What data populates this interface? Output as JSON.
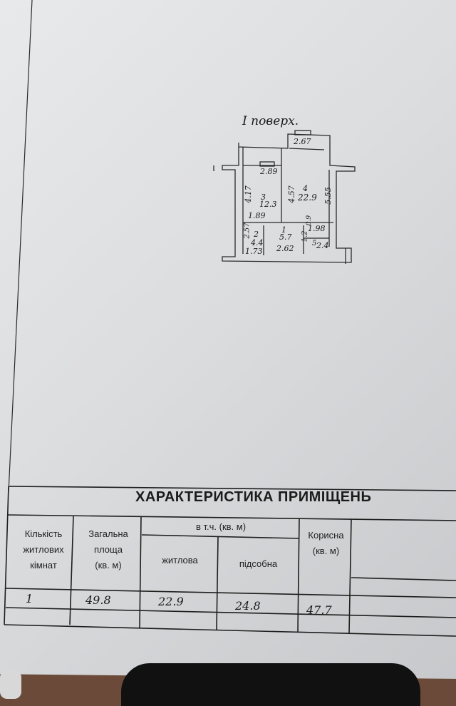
{
  "floor_plan": {
    "caption": "I поверх.",
    "dims": {
      "top_room_width": "2.67",
      "room3_width": "2.89",
      "room3_height": "4.17",
      "room3_number": "3",
      "room3_area": "12.3",
      "room3_bottom": "1.89",
      "room4_left": "4.57",
      "room4_number": "4",
      "room4_area": "22.9",
      "room4_right": "5.55",
      "room1_number": "1",
      "room1_area": "5.7",
      "room2_number": "2",
      "room2_area": "4.4",
      "room2_height": "2.57",
      "room2_bottom": "1.73",
      "room1_bottom": "2.62",
      "room5_width": "1.98",
      "room5_height": "1.2",
      "room5_number": "5",
      "room5_area": "2.4",
      "small_dim": "0.9"
    }
  },
  "table": {
    "title": "ХАРАКТЕРИСТИКА ПРИМІЩЕНЬ",
    "col1_header": "Кількість\nжитлових\nкімнат",
    "col2_header": "Загальна\nплоща\n(кв. м)",
    "group_header": "в т.ч. (кв. м)",
    "sub1_header": "житлова",
    "sub2_header": "підсобна",
    "col5_header": "Корисна\n(кв. м)",
    "row": {
      "rooms": "1",
      "total": "49.8",
      "living": "22.9",
      "aux": "24.8",
      "useful": "47.7"
    }
  }
}
